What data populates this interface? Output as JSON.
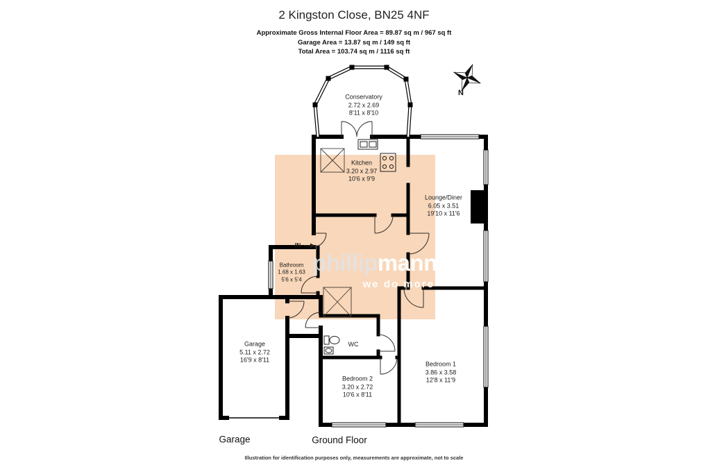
{
  "header": {
    "title": "2 Kingston Close, BN25 4NF",
    "area_line_1": "Approximate Gross Internal Floor Area = 89.87 sq m / 967 sq ft",
    "area_line_2": "Garage Area = 13.87 sq m / 149 sq ft",
    "area_line_3": "Total Area = 103.74 sq m / 1116 sq ft"
  },
  "compass": {
    "north_label": "N"
  },
  "rooms": {
    "conservatory": {
      "name": "Conservatory",
      "metric": "2.72 x 2.69",
      "imperial": "8'11 x 8'10"
    },
    "kitchen": {
      "name": "Kitchen",
      "metric": "3.20 x 2.97",
      "imperial": "10'6 x 9'9"
    },
    "lounge": {
      "name": "Lounge/Diner",
      "metric": "6.05 x 3.51",
      "imperial": "19'10 x 11'6"
    },
    "bathroom": {
      "name": "Bathroom",
      "metric": "1.68 x 1.63",
      "imperial": "5'6 x 5'4"
    },
    "wc": {
      "name": "WC"
    },
    "garage": {
      "name": "Garage",
      "metric": "5.11 x 2.72",
      "imperial": "16'9 x 8'11"
    },
    "bedroom2": {
      "name": "Bedroom 2",
      "metric": "3.20 x 2.72",
      "imperial": "10'6 x 8'11"
    },
    "bedroom1": {
      "name": "Bedroom 1",
      "metric": "3.86 x 3.58",
      "imperial": "12'8 x 11'9"
    }
  },
  "entrance": {
    "label": "IN"
  },
  "floor_labels": {
    "garage": "Garage",
    "ground_floor": "Ground Floor"
  },
  "watermark": {
    "brand_light": "phillip",
    "brand_bold": "mann",
    "tagline": "we do more"
  },
  "footer": {
    "disclaimer": "Illustration for identification purposes only, measurements are approximate, not to scale"
  },
  "colors": {
    "overlay": "#f8d7ba",
    "wall": "#000000"
  }
}
